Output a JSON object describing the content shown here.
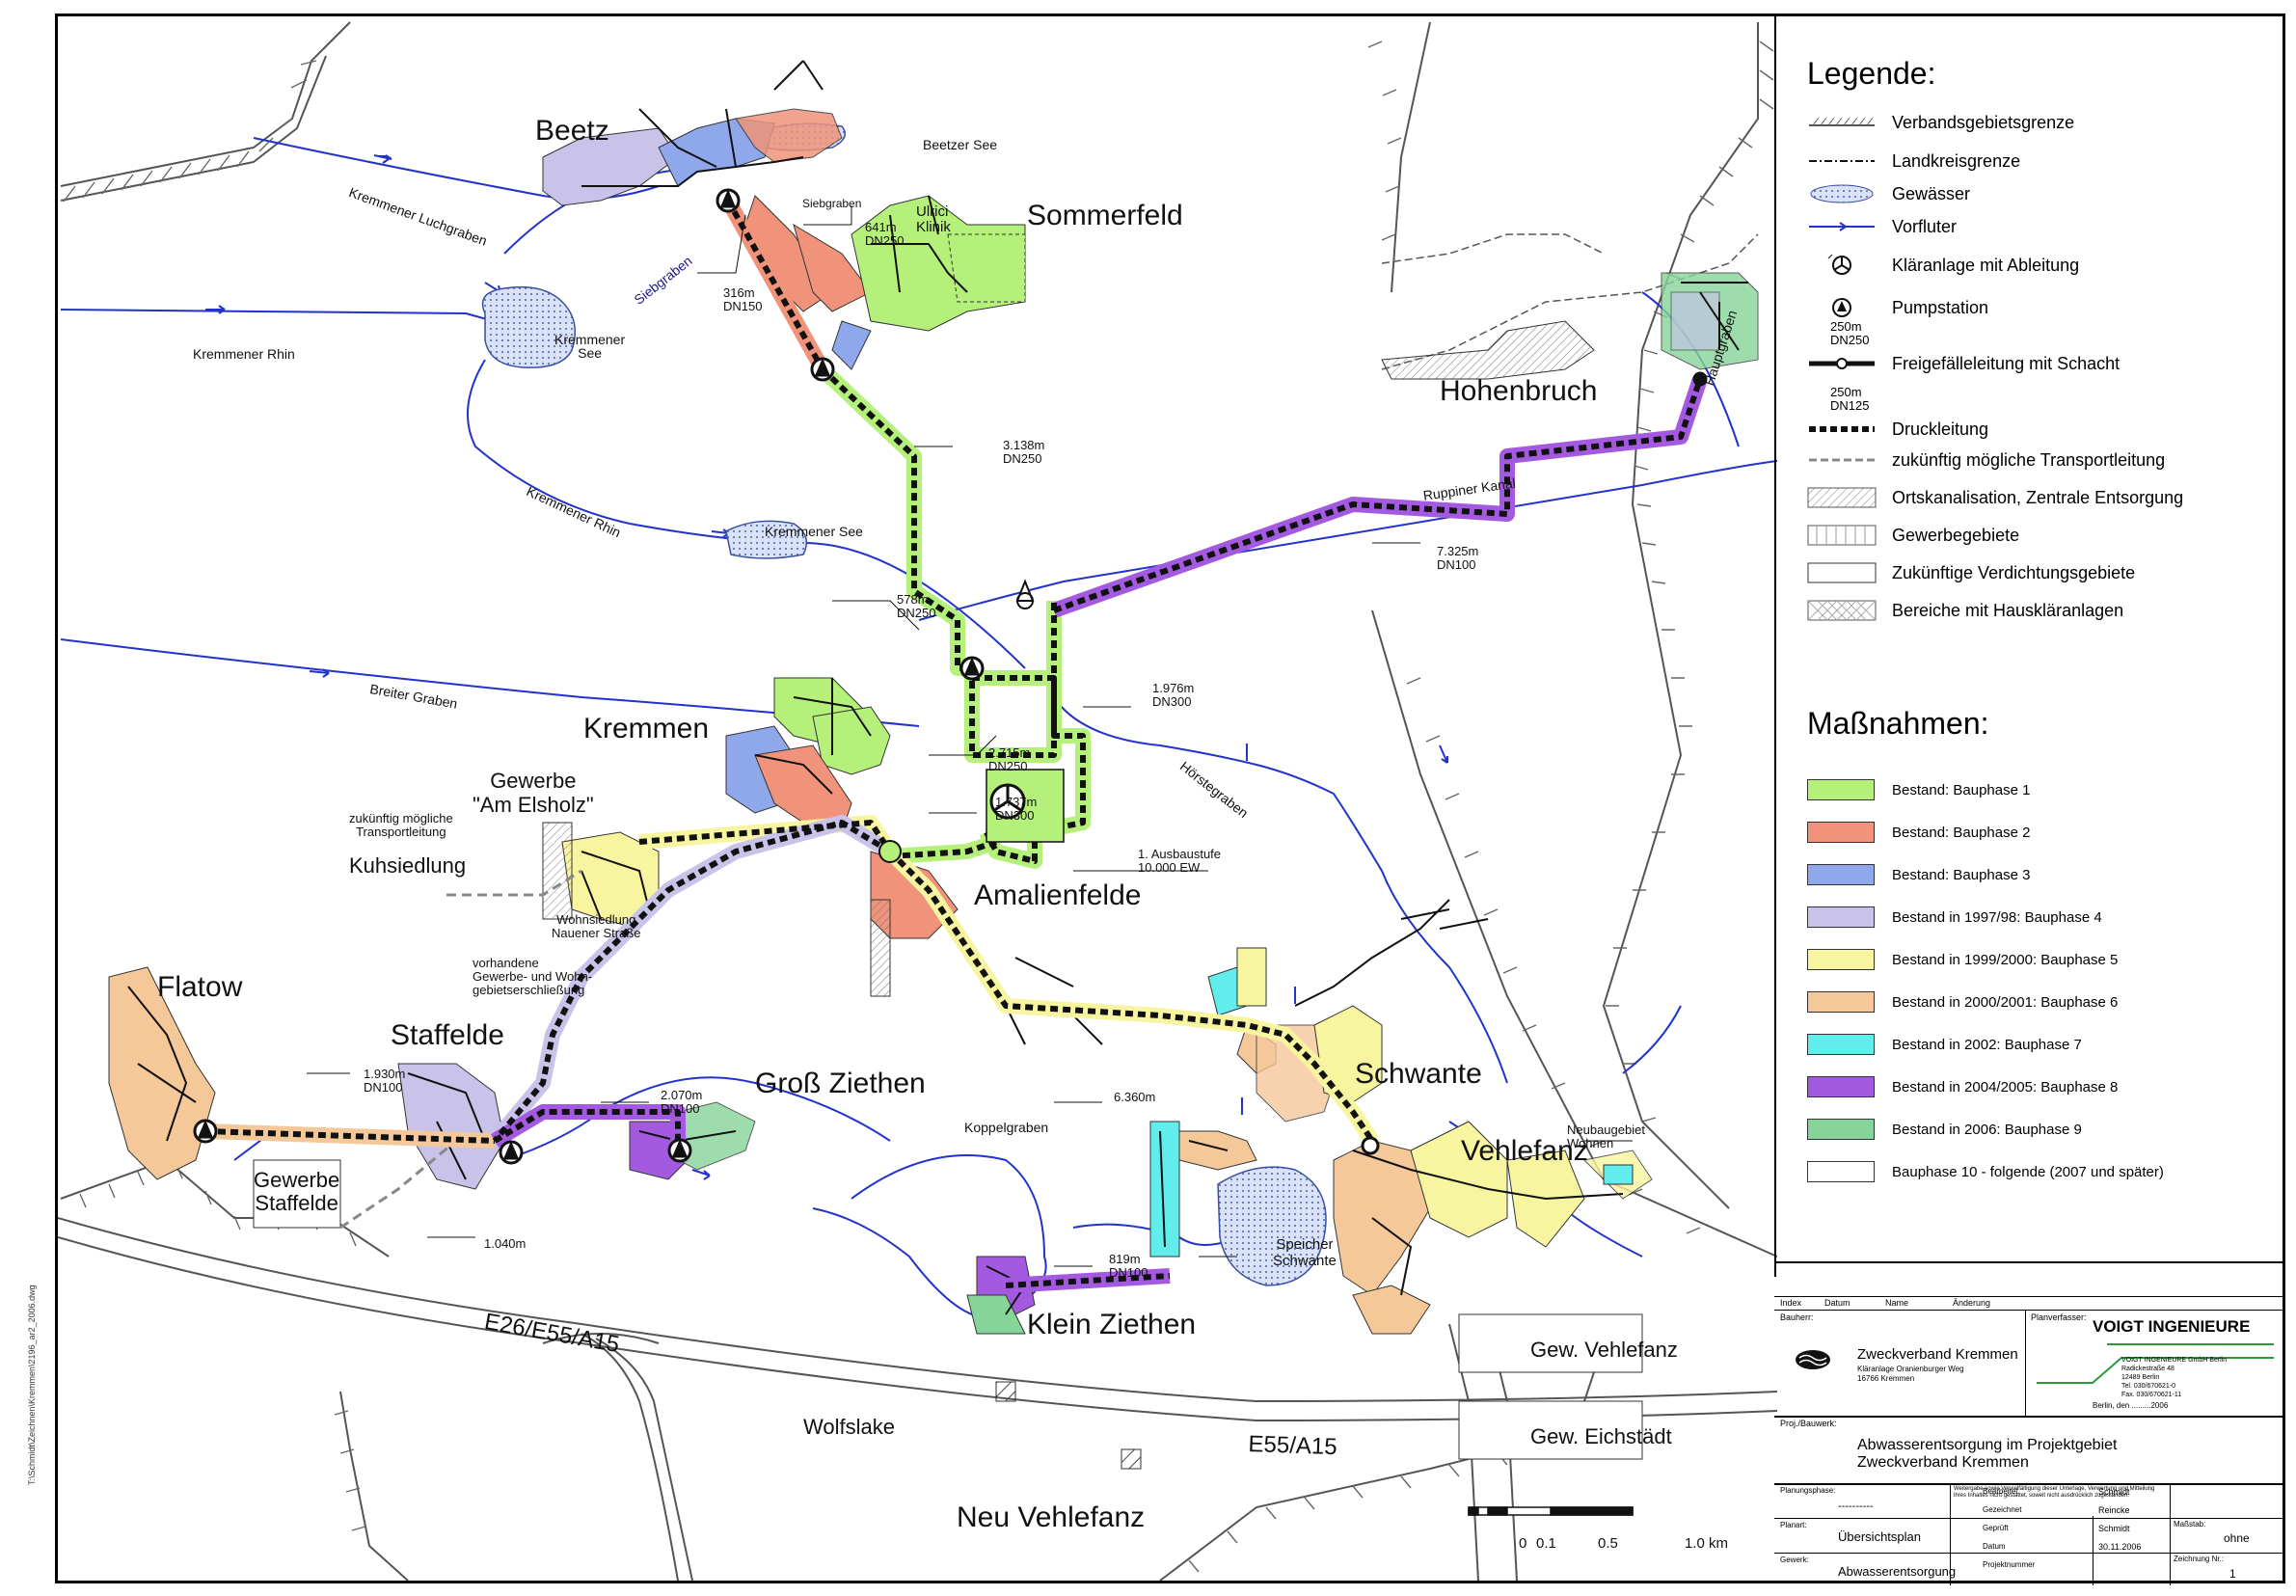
{
  "places": {
    "beetz": "Beetz",
    "sommerfeld": "Sommerfeld",
    "hohenbruch": "Hohenbruch",
    "kremmen": "Kremmen",
    "gewerbe_elsholz": "Gewerbe\n\"Am Elsholz\"",
    "kuhsiedlung": "Kuhsiedlung",
    "amalienfelde": "Amalienfelde",
    "flatow": "Flatow",
    "staffelde": "Staffelde",
    "gross_ziethen": "Groß Ziethen",
    "schwante": "Schwante",
    "vehlefanz": "Vehlefanz",
    "klein_ziethen": "Klein Ziethen",
    "gewerbe_staffelde": "Gewerbe\nStaffelde",
    "gew_vehlefanz": "Gew. Vehlefanz",
    "gew_eichstaedt": "Gew. Eichstädt",
    "wolfslake": "Wolfslake",
    "neu_vehlefanz": "Neu Vehlefanz",
    "ulrici_klinik": "Ulrici\nKlinik",
    "wohnsiedlung": "Wohnsiedlung\nNauener Straße",
    "vorhandene": "vorhandene\nGewerbe- und Wohn-\ngebietserschließung",
    "zukuenftig": "zukünftig mögliche\nTransportleitung",
    "neubaugebiet": "Neubaugebiet\nWohnen",
    "speicher": "Speicher\nSchwante",
    "ausbau": "1. Ausbaustufe\n10.000 EW"
  },
  "waters": {
    "beetzer_see": "Beetzer See",
    "kremmener_luchgraben": "Kremmener Luchgraben",
    "siebgraben": "Siebgraben",
    "siebgraben2": "Siebgraben",
    "kremmener_see": "Kremmener\nSee",
    "kremmener_rhin": "Kremmener Rhin",
    "kremmener_rhin2": "Kremmener Rhin",
    "kremmener_see2": "Kremmener See",
    "breiter_graben": "Breiter Graben",
    "ruppiner_kanal": "Ruppiner Kanal",
    "hauptgraben": "Hauptgraben",
    "hoerstegraben": "Hörstegraben",
    "koppelgraben": "Koppelgraben"
  },
  "roads": {
    "a15_a": "E26/E55/A15",
    "a15_b": "E55/A15"
  },
  "pipes": {
    "p641": "641m\nDN250",
    "p316": "316m\nDN150",
    "p3138": "3.138m\nDN250",
    "p7325": "7.325m\nDN100",
    "p578": "578m\nDN250",
    "p1976": "1.976m\nDN300",
    "p2715": "2.715m\nDN250",
    "p1737": "1.737m\nDN300",
    "p1930": "1.930m\nDN100",
    "p2070": "2.070m\nDN100",
    "p6360": "6.360m",
    "p1040": "1.040m",
    "p819": "819m\nDN100"
  },
  "scale": {
    "labels": [
      "0",
      "0.1",
      "0.5",
      "1.0 km"
    ]
  },
  "legend": {
    "title": "Legende:",
    "items": [
      {
        "label": "Verbandsgebietsgrenze",
        "icon": "boundary-hatch"
      },
      {
        "label": "Landkreisgrenze",
        "icon": "dashdot-line"
      },
      {
        "label": "Gewässer",
        "icon": "water-blob"
      },
      {
        "label": "Vorfluter",
        "icon": "blue-arrow-line"
      },
      {
        "label": "Kläranlage mit Ableitung",
        "icon": "treatment-plant"
      },
      {
        "label": "Pumpstation",
        "icon": "pump-station"
      },
      {
        "label": "Freigefälleleitung mit Schacht",
        "icon": "gravity-pipe",
        "sub": "250m\nDN250"
      },
      {
        "label": "Druckleitung",
        "icon": "pressure-pipe",
        "sub": "250m\nDN125"
      },
      {
        "label": "zukünftig mögliche Transportleitung",
        "icon": "future-pipe"
      },
      {
        "label": "Ortskanalisation, Zentrale Entsorgung",
        "icon": "diag-hatch"
      },
      {
        "label": "Gewerbegebiete",
        "icon": "vert-hatch"
      },
      {
        "label": "Zukünftige Verdichtungsgebiete",
        "icon": "empty-box"
      },
      {
        "label": "Bereiche mit Hauskläranlagen",
        "icon": "cross-hatch"
      }
    ],
    "measures_title": "Maßnahmen:",
    "measures": [
      {
        "label": "Bestand: Bauphase 1",
        "color": "#b5f07a"
      },
      {
        "label": "Bestand: Bauphase 2",
        "color": "#f0937a"
      },
      {
        "label": "Bestand: Bauphase 3",
        "color": "#8fa8ec"
      },
      {
        "label": "Bestand in 1997/98: Bauphase 4",
        "color": "#c9c3ea"
      },
      {
        "label": "Bestand in 1999/2000: Bauphase 5",
        "color": "#f8f5a0"
      },
      {
        "label": "Bestand in 2000/2001: Bauphase 6",
        "color": "#f5c89a"
      },
      {
        "label": "Bestand in 2002: Bauphase 7",
        "color": "#62eded"
      },
      {
        "label": "Bestand in 2004/2005: Bauphase 8",
        "color": "#a45ae0"
      },
      {
        "label": "Bestand in 2006: Bauphase 9",
        "color": "#86d49a"
      },
      {
        "label": "Bauphase 10 - folgende (2007 und später)",
        "color": "#ffffff"
      }
    ]
  },
  "titleblock": {
    "hdr": [
      "Index",
      "Datum",
      "Name",
      "Änderung"
    ],
    "bauherr": "Bauherr:",
    "planverfasser": "Planverfasser:",
    "client": "Zweckverband Kremmen",
    "client_addr": "Kläranlage Oranienburger Weg\n16766 Kremmen",
    "firm": "VOIGT INGENIEURE",
    "firm_addr": "VOIGT INGENIEURE GmbH Berlin\nRadickestraße 48\n12489 Berlin\nTel. 030/670621-0\nFax. 030/670621-11",
    "date_line": "Berlin, den .........2006",
    "proj_label": "Proj./Bauwerk:",
    "project": "Abwasserentsorgung im Projektgebiet\nZweckverband Kremmen",
    "planungsphase": "Planungsphase:",
    "planungsphase_val": "----------",
    "plantext": "Planart:",
    "plan": "Übersichtsplan",
    "gewerk": "Gewerk:",
    "gewerk_val": "Abwasserentsorgung",
    "note": "Weitergabe sowie Vervielfältigung dieser Unterlage, Verwertung und Mitteilung ihres Inhaltes nicht gestattet, soweit nicht ausdrücklich zugestanden.",
    "rows": [
      {
        "k": "Bearbeitet",
        "v": "Schmidt"
      },
      {
        "k": "Gezeichnet",
        "v": "Reincke"
      },
      {
        "k": "Geprüft",
        "v": "Schmidt"
      },
      {
        "k": "Datum",
        "v": "30.11.2006"
      },
      {
        "k": "Projektnummer",
        "v": ""
      }
    ],
    "massstab": "Maßstab:",
    "massstab_val": "ohne",
    "zeichnung": "Zeichnung Nr.:",
    "zeichnung_val": "1"
  },
  "sidetext": "T:\\Schmidt\\Zeichnen\\Kremmen\\2196_ar2_2006.dwg"
}
